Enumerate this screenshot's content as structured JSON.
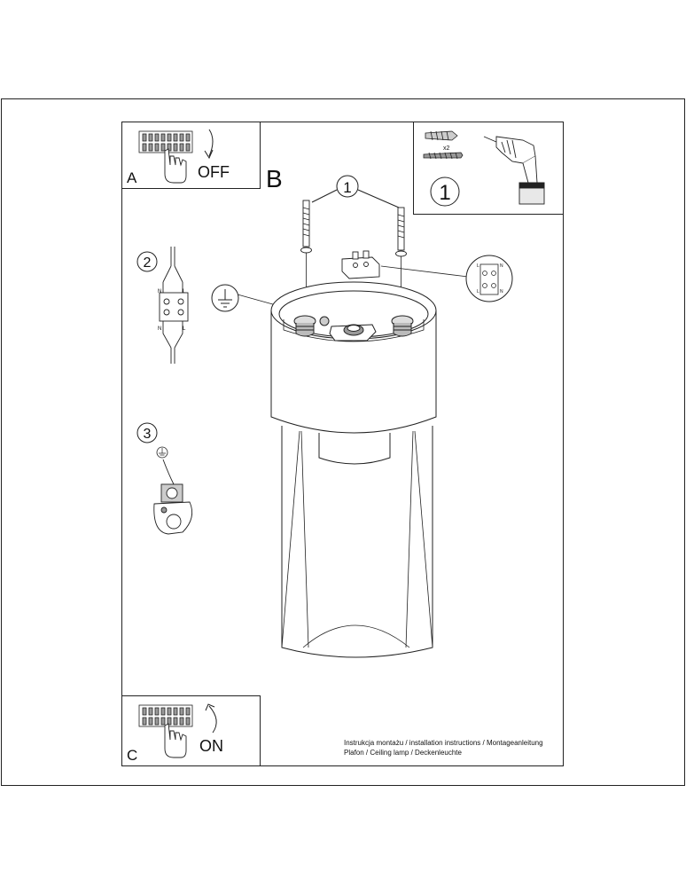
{
  "labels": {
    "step_a": "A",
    "step_b": "B",
    "step_c": "C",
    "off": "OFF",
    "on": "ON",
    "callout_1": "1",
    "callout_2": "2",
    "callout_3": "3",
    "tools_step": "1",
    "quantity": "x2",
    "wire_n": "N",
    "wire_l": "L"
  },
  "footer": {
    "line1": "Instrukcja montażu / installation instructions / Montageanleitung",
    "line2": "Plafon / Ceiling lamp / Deckenleuchte"
  },
  "colors": {
    "line": "#222222",
    "fill": "#ffffff",
    "panel_gray": "#e8e8e8"
  }
}
